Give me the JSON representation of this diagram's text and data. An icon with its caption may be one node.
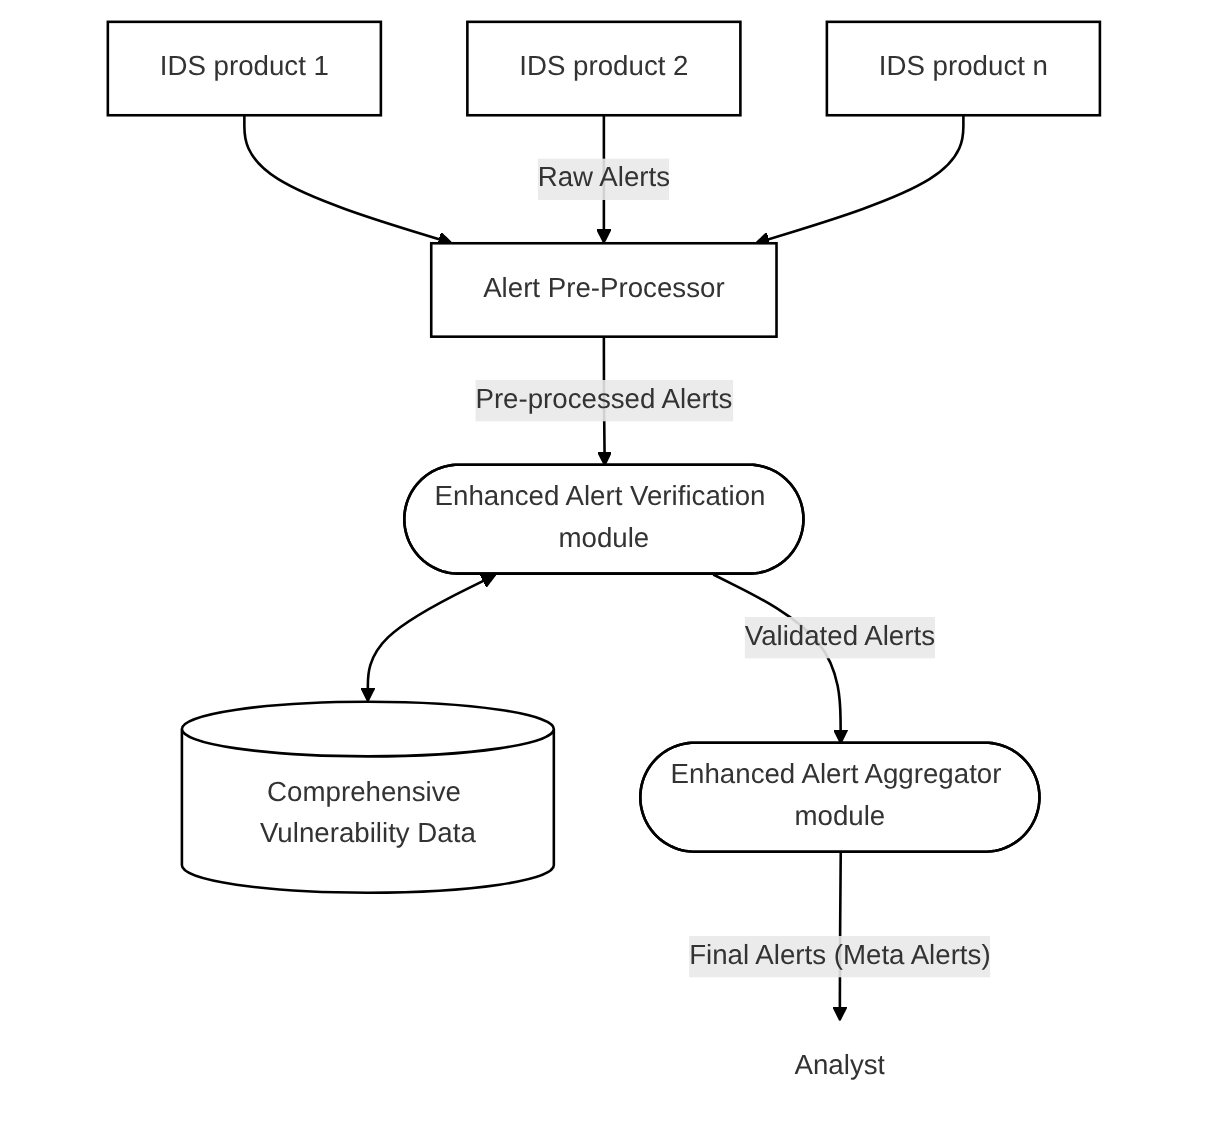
{
  "diagram": {
    "nodes": [
      {
        "text": [
          "IDS product 1"
        ]
      },
      {
        "text": [
          "IDS product 2"
        ]
      },
      {
        "text": [
          "IDS product n"
        ]
      },
      {
        "text": [
          "Alert Pre-Processor"
        ]
      },
      {
        "text": [
          "Enhanced Alert Verification module"
        ]
      },
      {
        "text": [
          "Comprehensive Vulnerability Data"
        ]
      },
      {
        "text": [
          "Enhanced Alert Aggregator module"
        ]
      },
      {
        "text": [
          "Analyst"
        ]
      }
    ],
    "edges": [
      {
        "from": 0,
        "to": 3,
        "arrow": "to"
      },
      {
        "from": 1,
        "to": 3,
        "arrow": "to",
        "label": "Raw Alerts"
      },
      {
        "from": 2,
        "to": 3,
        "arrow": "to"
      },
      {
        "from": 3,
        "to": 4,
        "arrow": "to",
        "label": "Pre-processed Alerts"
      },
      {
        "from": 4,
        "to": 5,
        "arrow": "both"
      },
      {
        "from": 4,
        "to": 6,
        "arrow": "to",
        "label": "Validated Alerts"
      },
      {
        "from": 6,
        "to": 7,
        "arrow": "to",
        "label": "Final Alerts (Meta Alerts)"
      }
    ]
  }
}
